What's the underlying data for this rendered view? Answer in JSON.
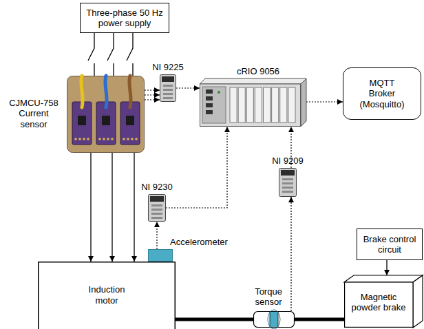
{
  "diagram": {
    "nodes": [
      {
        "text": [
          "Three-phase 50 Hz power supply"
        ]
      },
      {
        "text": [
          "CJMCU-758 Current sensor"
        ]
      },
      {
        "text": [
          "NI 9225"
        ]
      },
      {
        "text": [
          "cRIO 9056"
        ]
      },
      {
        "text": [
          "MQTT Broker (Mosquitto)"
        ]
      },
      {
        "text": [
          "NI 9209"
        ]
      },
      {
        "text": [
          "NI 9230"
        ]
      },
      {
        "text": [
          "Brake control circuit"
        ]
      },
      {
        "text": [
          "Accelerometer"
        ]
      },
      {
        "text": [
          "Induction motor"
        ]
      },
      {
        "text": [
          "Torque sensor"
        ]
      },
      {
        "text": [
          "Magnetic powder brake"
        ]
      }
    ],
    "edges": [
      {
        "from": 0,
        "to": 1,
        "arrow": "none"
      },
      {
        "from": 1,
        "to": 2,
        "arrow": "to"
      },
      {
        "from": 2,
        "to": 3,
        "arrow": "to"
      },
      {
        "from": 3,
        "to": 4,
        "arrow": "to"
      },
      {
        "from": 1,
        "to": 9,
        "arrow": "to"
      },
      {
        "from": 8,
        "to": 6,
        "arrow": "to"
      },
      {
        "from": 6,
        "to": 3,
        "arrow": "to"
      },
      {
        "from": 10,
        "to": 5,
        "arrow": "to"
      },
      {
        "from": 5,
        "to": 3,
        "arrow": "to"
      },
      {
        "from": 7,
        "to": 11,
        "arrow": "to"
      },
      {
        "from": 9,
        "to": 10,
        "arrow": "none"
      },
      {
        "from": 10,
        "to": 11,
        "arrow": "none"
      }
    ]
  }
}
